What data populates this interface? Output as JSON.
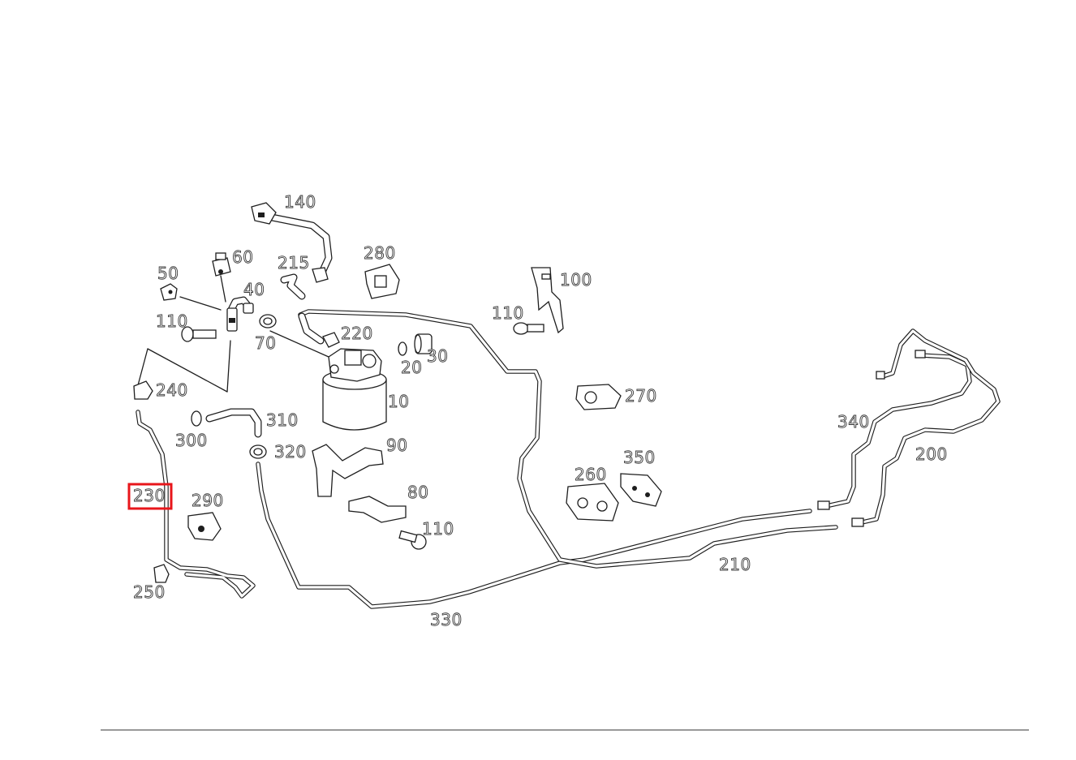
{
  "diagram": {
    "highlight_color": "#e8161b",
    "highlighted_label": "230",
    "labels": {
      "p10": "10",
      "p20": "20",
      "p30": "30",
      "p40": "40",
      "p50": "50",
      "p60": "60",
      "p70": "70",
      "p80": "80",
      "p90": "90",
      "p100": "100",
      "p110a": "110",
      "p110b": "110",
      "p110c": "110",
      "p140": "140",
      "p200": "200",
      "p210": "210",
      "p215": "215",
      "p220": "220",
      "p230": "230",
      "p240": "240",
      "p250": "250",
      "p260": "260",
      "p270": "270",
      "p280": "280",
      "p290": "290",
      "p300": "300",
      "p310": "310",
      "p320": "320",
      "p330": "330",
      "p340": "340",
      "p350": "350"
    }
  }
}
